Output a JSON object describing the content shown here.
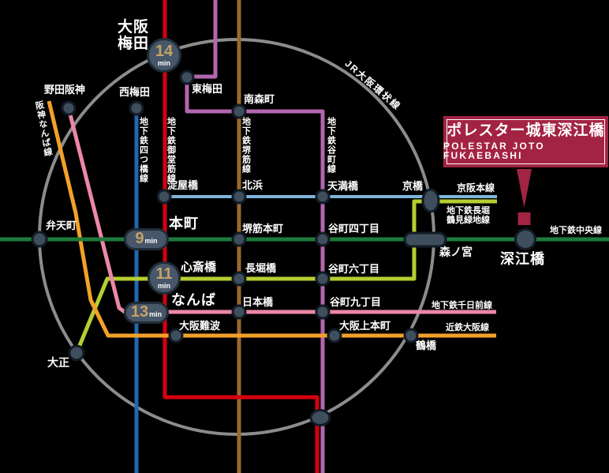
{
  "property_label": {
    "jp": "ポレスター城東深江橋",
    "en": "POLESTAR JOTO FUKAEBASHI"
  },
  "colors": {
    "accent": "#A32342",
    "badge_number": "#C4A266",
    "badge_fill": "#475769",
    "station_dot_fill": "#3E4E5C",
    "background": "#000000",
    "label_text": "#FFFFFF"
  },
  "badges": {
    "umeda": {
      "value": "14",
      "unit": "min"
    },
    "honmachi": {
      "value": "9",
      "unit": "min"
    },
    "shinsaibashi": {
      "value": "11",
      "unit": "min"
    },
    "namba": {
      "value": "13",
      "unit": "min"
    }
  },
  "lines": {
    "jr_loop": {
      "label": "JR大阪環状線",
      "color": "#8C8C8C"
    },
    "midosuji": {
      "label": "地下鉄御堂筋線",
      "color": "#D7000F"
    },
    "yotsubashi": {
      "label": "地下鉄四つ橋線",
      "color": "#2068B0"
    },
    "tanimachi": {
      "label": "地下鉄谷町線",
      "color": "#B267AE"
    },
    "sakaisuji": {
      "label": "地下鉄堺筋線",
      "color": "#9C6733"
    },
    "chuo": {
      "label": "地下鉄中央線",
      "color": "#1E7B3A"
    },
    "keihan": {
      "label": "京阪本線",
      "color": "#7FB5DA"
    },
    "nagahori": {
      "label": "地下鉄長堀鶴見緑地線",
      "label_l1": "地下鉄長堀",
      "label_l2": "鶴見緑地線",
      "color": "#B5CE31"
    },
    "sennichimae": {
      "label": "地下鉄千日前線",
      "color": "#EC87A5"
    },
    "hanshin_namba": {
      "label": "阪神なんば線",
      "color": "#F3A129"
    },
    "kintetsu_osaka": {
      "label": "近鉄大阪線",
      "color": "#F3A129"
    }
  },
  "stations": {
    "osaka_umeda_l1": "大阪",
    "osaka_umeda_l2": "梅田",
    "noda_hanshin": "野田阪神",
    "nishi_umeda": "西梅田",
    "higashi_umeda": "東梅田",
    "minamimorimachi": "南森町",
    "yodoyabashi": "淀屋橋",
    "kitahama": "北浜",
    "temmabashi": "天満橋",
    "kyobashi": "京橋",
    "honmachi": "本町",
    "sakaisuji_honmachi": "堺筋本町",
    "tanimachi_4": "谷町四丁目",
    "shinsaibashi": "心斎橋",
    "nagahoribashi": "長堀橋",
    "tanimachi_6": "谷町六丁目",
    "namba": "なんば",
    "nippombashi": "日本橋",
    "tanimachi_9": "谷町九丁目",
    "osaka_namba": "大阪難波",
    "osaka_uehommachi": "大阪上本町",
    "tsuruhashi": "鶴橋",
    "bentencho": "弁天町",
    "taisho": "大正",
    "morinomiya": "森ノ宮",
    "fukaebashi": "深江橋"
  }
}
